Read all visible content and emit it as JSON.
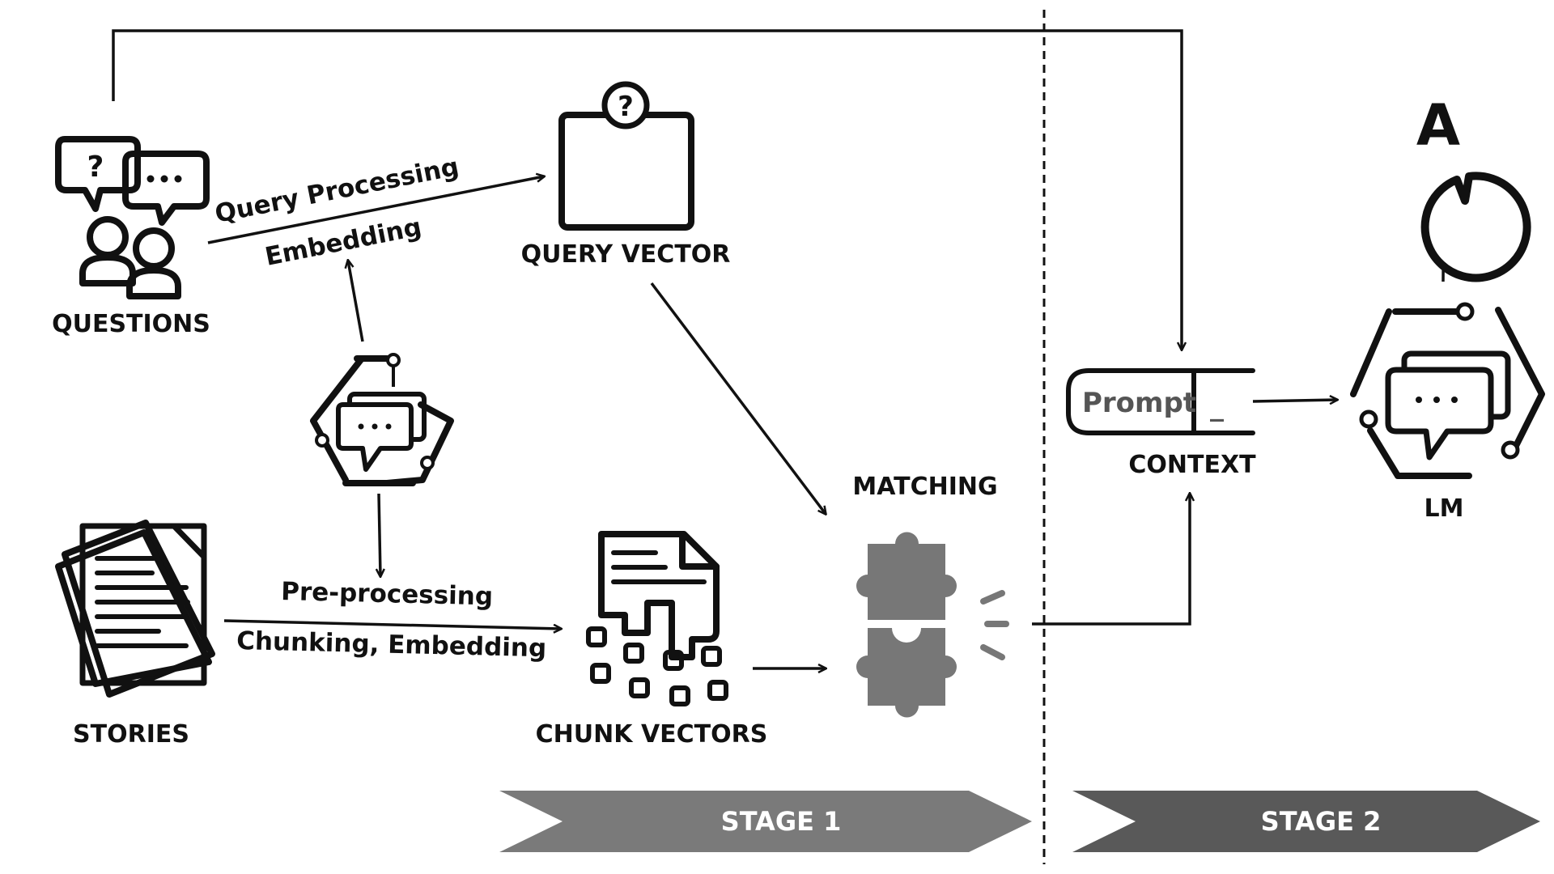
{
  "nodes": {
    "questions": "QUESTIONS",
    "stories": "STORIES",
    "query_vector": "QUERY VECTOR",
    "chunk_vectors": "CHUNK VECTORS",
    "matching": "MATCHING",
    "context": "CONTEXT",
    "lm": "LM",
    "prompt": "Prompt",
    "prompt_cursor": "_",
    "answer_letter": "A",
    "question_mark": "?",
    "ellipsis": "..."
  },
  "edges": {
    "query_processing": "Query Processing",
    "embedding": "Embedding",
    "pre_processing": "Pre-processing",
    "chunking_embedding": "Chunking, Embedding"
  },
  "stages": {
    "stage1": "STAGE 1",
    "stage2": "STAGE 2"
  },
  "colors": {
    "stage1_fill": "#7a7a7a",
    "stage2_fill": "#595959",
    "puzzle_fill": "#777777",
    "ink": "#111111"
  }
}
